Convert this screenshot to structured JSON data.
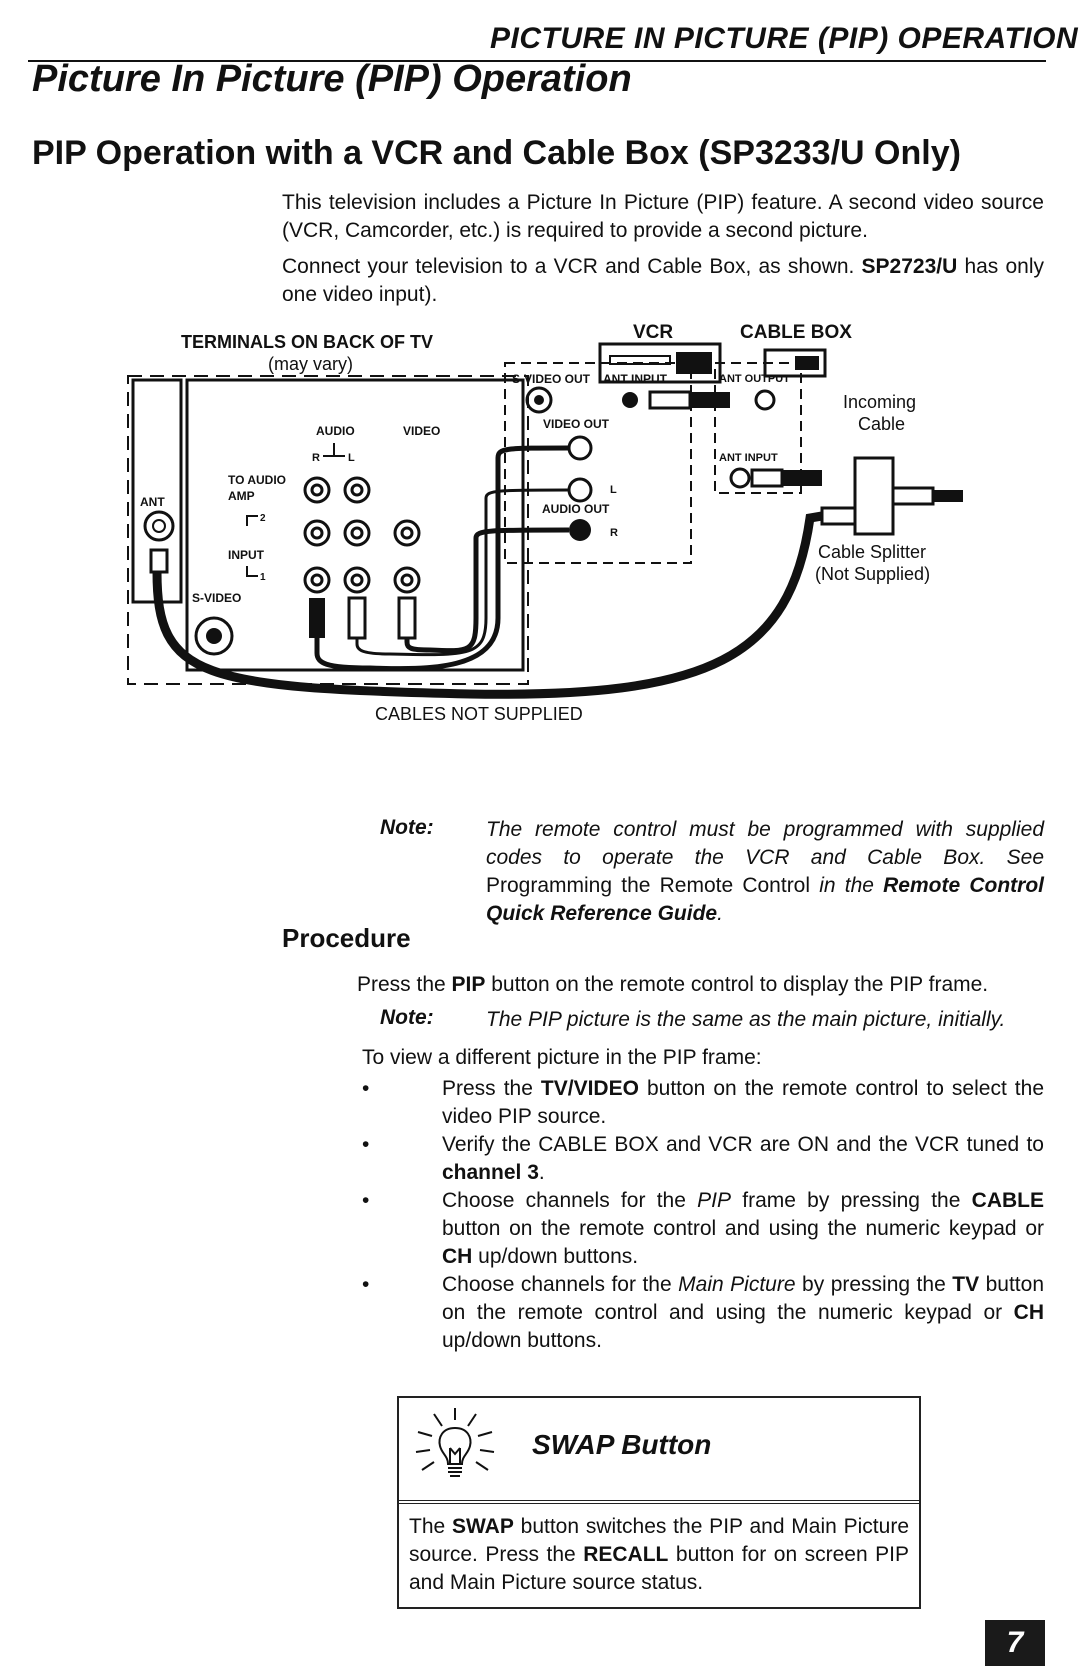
{
  "header": {
    "running_title": "PICTURE IN PICTURE (PIP) OPERATION",
    "page_title": "Picture In Picture (PIP) Operation"
  },
  "section": {
    "title": "PIP Operation with a VCR and Cable Box (SP3233/U Only)",
    "intro_1": "This television includes a Picture In Picture (PIP) feature.  A second video source (VCR, Camcorder, etc.) is required to provide a second picture.",
    "intro_2_pre": "Connect your television to a VCR and Cable Box, as shown. ",
    "intro_2_bold": "SP2723/U",
    "intro_2_post": " has only one video input)."
  },
  "diagram": {
    "tv_terminals": "TERMINALS ON BACK OF TV",
    "may_vary": "(may vary)",
    "vcr": "VCR",
    "cable_box": "CABLE BOX",
    "s_video_out": "S-VIDEO OUT",
    "ant_input_vcr": "ANT INPUT",
    "ant_output": "ANT OUTPUT",
    "video_out": "VIDEO OUT",
    "audio_out": "AUDIO OUT",
    "l": "L",
    "r": "R",
    "ant_input_box": "ANT INPUT",
    "incoming_cable_1": "Incoming",
    "incoming_cable_2": "Cable",
    "splitter_1": "Cable Splitter",
    "splitter_2": "(Not Supplied)",
    "audio": "AUDIO",
    "video": "VIDEO",
    "audio_r": "R",
    "audio_l": "L",
    "to_audio": "TO AUDIO",
    "amp": "AMP",
    "input": "INPUT",
    "input_2": "2",
    "input_1": "1",
    "s_video": "S-VIDEO",
    "ant": "ANT",
    "cables_not_supplied": "CABLES NOT SUPPLIED"
  },
  "note1": {
    "label": "Note:",
    "text_1": "The remote control must be programmed with supplied codes to operate the VCR and Cable Box.  See ",
    "text_2": "Programming the Remote Control",
    "text_3": " in the ",
    "text_4": "Remote Control Quick Reference Guide",
    "text_5": "."
  },
  "procedure": {
    "title": "Procedure",
    "step_pre": "Press the ",
    "step_bold": "PIP",
    "step_post": " button on the remote control to display the PIP frame.",
    "note_label": "Note:",
    "note_text": "The PIP picture is the same as the main picture, initially.",
    "view_intro": "To view a different picture in the PIP frame:",
    "bullet_char": "•",
    "b1_pre": "Press the ",
    "b1_bold": "TV/VIDEO",
    "b1_post": " button on the remote control to select the video PIP source.",
    "b2_pre": "Verify the CABLE BOX and VCR are ON and the VCR tuned to ",
    "b2_bold": "channel 3",
    "b2_post": ".",
    "b3_pre": "Choose channels for the ",
    "b3_ital": "PIP",
    "b3_mid": " frame by pressing the ",
    "b3_bold": "CABLE",
    "b3_mid2": " button on the remote control and using the numeric keypad or ",
    "b3_bold2": "CH",
    "b3_post": " up/down buttons.",
    "b4_pre": "Choose channels for the ",
    "b4_ital": "Main Picture",
    "b4_mid": " by pressing the ",
    "b4_bold": "TV",
    "b4_mid2": " button on the remote control and using the numeric keypad or ",
    "b4_bold2": "CH",
    "b4_post": " up/down buttons."
  },
  "swap": {
    "icon": "lightbulb-icon",
    "title": "SWAP Button",
    "t1": "The ",
    "t2": "SWAP",
    "t3": " button switches the PIP and Main Picture source.  Press the ",
    "t4": "RECALL",
    "t5": " button for on screen PIP and Main Picture source status."
  },
  "page_number": "7"
}
